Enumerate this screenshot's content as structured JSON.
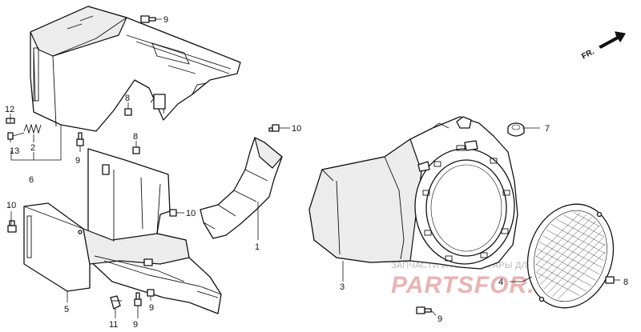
{
  "direction_label": "FR.",
  "callouts": {
    "p1": "1",
    "p2": "2",
    "p3": "3",
    "p4": "4",
    "p5": "5",
    "p6": "6",
    "p7": "7",
    "p8a": "8",
    "p8b": "8",
    "p8c": "8",
    "p9a": "9",
    "p9b": "9",
    "p9c": "9",
    "p9d": "9",
    "p10a": "10",
    "p10b": "10",
    "p10c": "10",
    "p11": "11",
    "p12": "12",
    "p13": "13"
  },
  "watermark": {
    "line1": "ЗАПЧАСТИ И АКСЕССУАРЫ ДЛЯ МОТОТЕХНИКИ",
    "line2": "PARTSFOR.RU"
  },
  "colors": {
    "ink": "#111111",
    "watermark_red": "#e8b4b4",
    "watermark_grey": "#b9b9b9"
  }
}
